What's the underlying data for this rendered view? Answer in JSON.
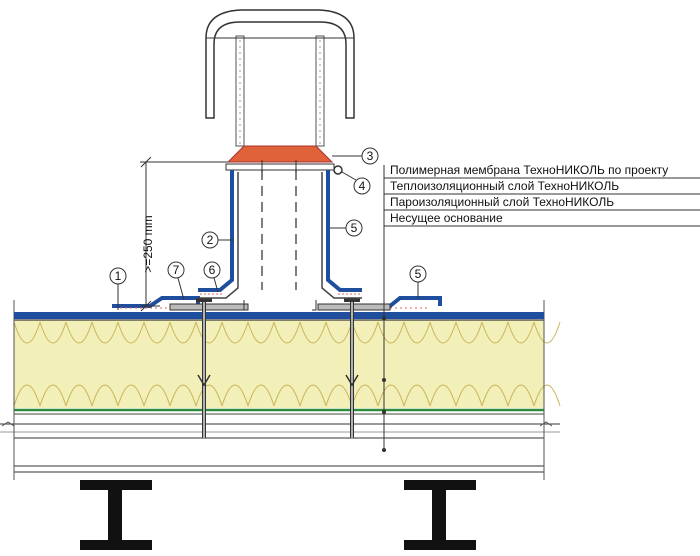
{
  "legend": [
    "Полимерная мембрана ТехноНИКОЛЬ по проекту",
    "Теплоизоляционный слой ТехноНИКОЛЬ",
    "Пароизоляционный слой ТехноНИКОЛЬ",
    "Несущее основание"
  ],
  "dimension_label": ">=250 mm",
  "callouts": [
    "1",
    "2",
    "3",
    "4",
    "5",
    "5",
    "6",
    "7"
  ],
  "colors": {
    "membrane": "#1f4e9e",
    "insulation": "#f3efb8",
    "insulation_lines": "#c8b45a",
    "vapor_barrier": "#2e8b3a",
    "sealant": "#e0623a",
    "pipe": "#777777",
    "steel": "#111111"
  }
}
